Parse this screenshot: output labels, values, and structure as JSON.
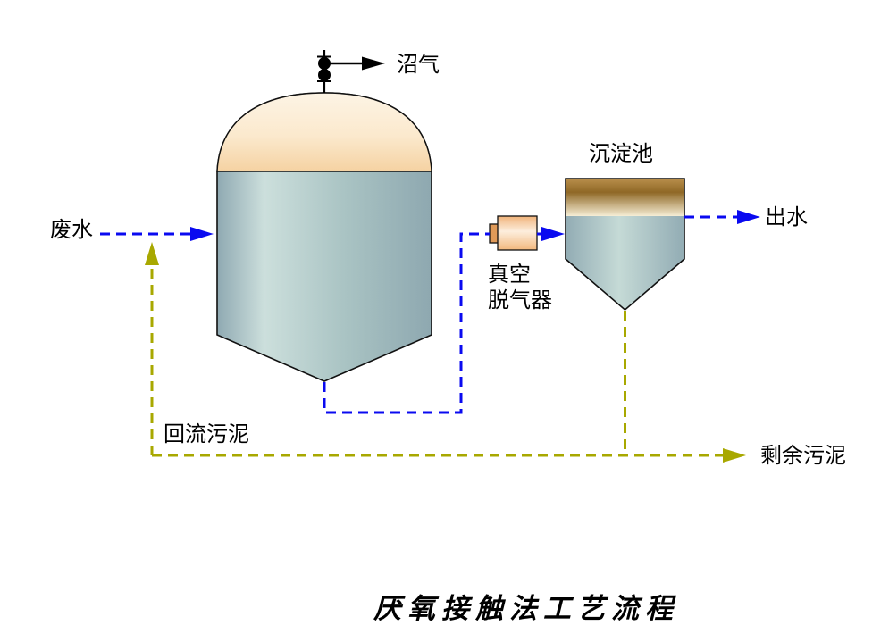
{
  "title": "厌氧接触法工艺流程",
  "labels": {
    "wastewater": "废水",
    "biogas": "沼气",
    "sedimentation_tank": "沉淀池",
    "degasser_line1": "真空",
    "degasser_line2": "脱气器",
    "effluent": "出水",
    "return_sludge": "回流污泥",
    "excess_sludge": "剩余污泥"
  },
  "icons": {
    "biogas_valve": "gas-valve-icon"
  },
  "colors": {
    "water_flow": "#0a0af0",
    "sludge_flow": "#a8a800",
    "outline": "#111111",
    "tank_dome_light": "#fdf4e5",
    "tank_dome_dark": "#f5d2a2",
    "tank_body_light": "#ccdfdc",
    "tank_body_dark": "#8fa9b2",
    "sed_band_dark": "#8f6826",
    "sed_band_light": "#f6edd5",
    "degasser_light": "#fdeedd",
    "degasser_dark": "#f0b37a"
  }
}
